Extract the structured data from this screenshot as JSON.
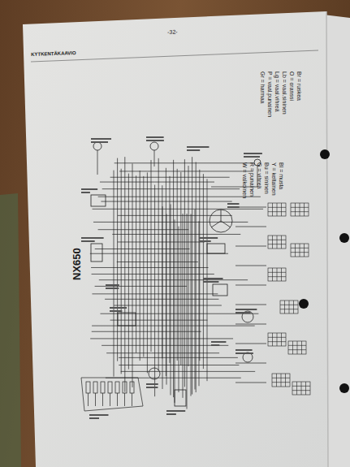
{
  "diagram": {
    "title": "KYTKENTÄKAAVIO",
    "labels": [
      "-32-",
      "NX650",
      "Bl = musta",
      "Y = keltainen",
      "Bu = sininen",
      "G = vihreä",
      "R = punainen",
      "W = valkoinen",
      "Br = ruskea",
      "O = oranssi",
      "Lb = vaal.sininen",
      "Lg = vaal.vihreä",
      "P = vaal.punainen",
      "Gr = harmaa"
    ]
  }
}
